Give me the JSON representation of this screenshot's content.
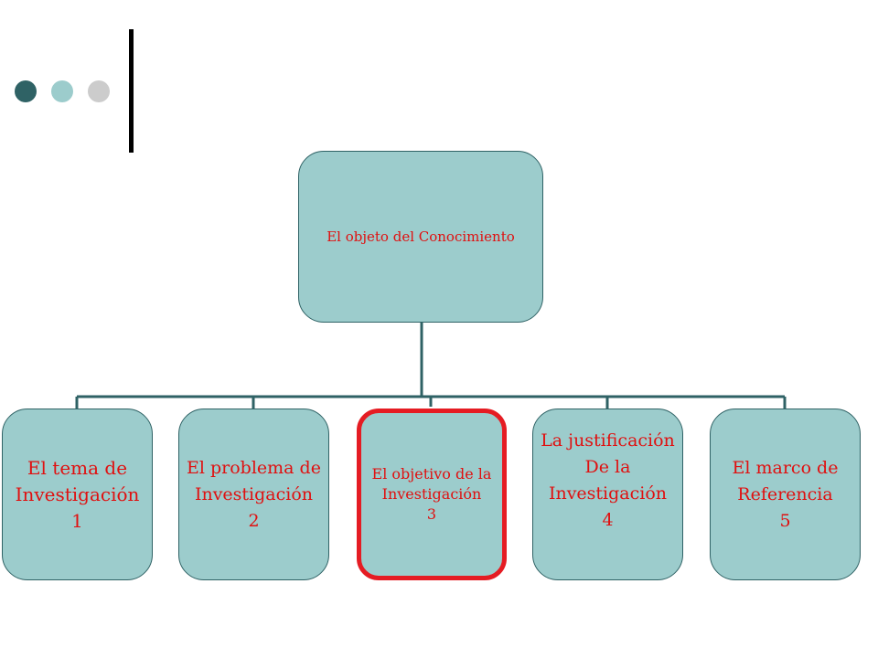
{
  "decor": {
    "dot_colors": [
      "#2f6265",
      "#9ccccc",
      "#cccccc"
    ],
    "line_color": "#2f6265",
    "node_fill": "#9ccccc",
    "text_color": "#e01010",
    "highlight_color": "#e51c23"
  },
  "diagram": {
    "root": {
      "label": "El objeto del Conocimiento"
    },
    "children": [
      {
        "label": "El tema de\nInvestigación\n1"
      },
      {
        "label": "El problema de\nInvestigación\n2"
      },
      {
        "label": "El objetivo de la\nInvestigación\n3",
        "highlighted": true
      },
      {
        "label": "La justificación\nDe la\nInvestigación\n4"
      },
      {
        "label": "El marco de\nReferencia\n5"
      }
    ]
  }
}
